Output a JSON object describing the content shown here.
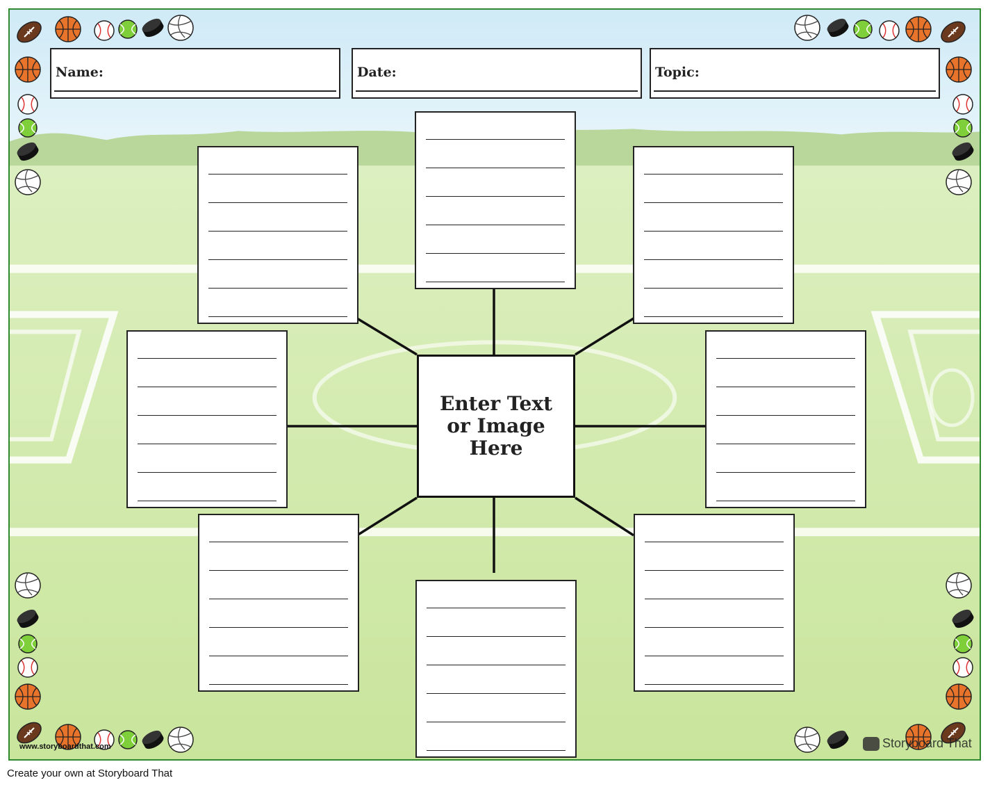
{
  "header": {
    "name_label": "Name:",
    "date_label": "Date:",
    "topic_label": "Topic:"
  },
  "center": {
    "text": "Enter Text\nor Image\nHere"
  },
  "watermarks": {
    "left": "www.storyboardthat.com",
    "right": "Storyboard That"
  },
  "footer": {
    "text": "Create your own at Storyboard That"
  },
  "decor": {
    "balls": [
      "football",
      "basketball",
      "baseball",
      "tennis-ball",
      "hockey-puck",
      "volleyball"
    ]
  },
  "colors": {
    "border": "#2f8a2f",
    "grass": "#cfe8a8",
    "sky": "#dff0f8"
  }
}
